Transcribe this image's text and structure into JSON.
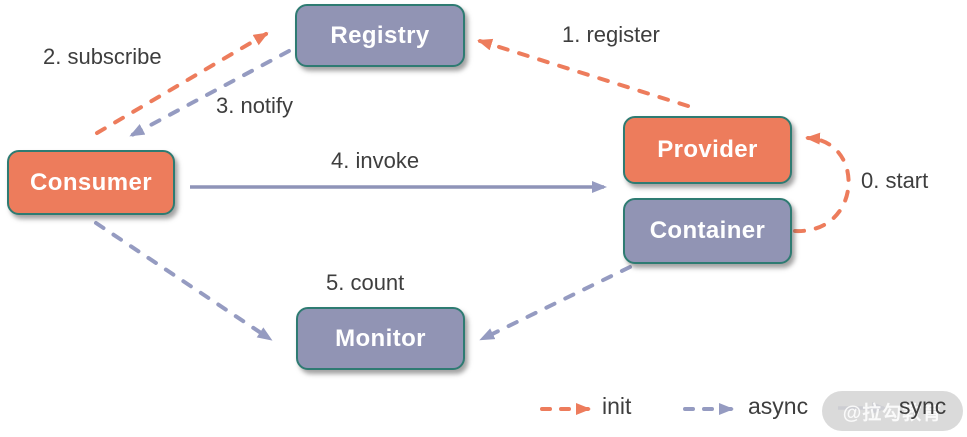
{
  "diagram": {
    "nodes": [
      {
        "id": "registry",
        "label": "Registry",
        "variant": "slate"
      },
      {
        "id": "consumer",
        "label": "Consumer",
        "variant": "orange"
      },
      {
        "id": "provider",
        "label": "Provider",
        "variant": "orange"
      },
      {
        "id": "container",
        "label": "Container",
        "variant": "slate"
      },
      {
        "id": "monitor",
        "label": "Monitor",
        "variant": "slate"
      }
    ],
    "edges": [
      {
        "id": "start",
        "label": "0. start",
        "from": "container",
        "to": "provider",
        "line": "dashed",
        "kind": "init"
      },
      {
        "id": "register",
        "label": "1. register",
        "from": "provider",
        "to": "registry",
        "line": "dashed",
        "kind": "init"
      },
      {
        "id": "subscribe",
        "label": "2. subscribe",
        "from": "consumer",
        "to": "registry",
        "line": "dashed",
        "kind": "init"
      },
      {
        "id": "notify",
        "label": "3. notify",
        "from": "registry",
        "to": "consumer",
        "line": "dashed",
        "kind": "async"
      },
      {
        "id": "invoke",
        "label": "4. invoke",
        "from": "consumer",
        "to": "provider",
        "line": "solid",
        "kind": "sync"
      },
      {
        "id": "count",
        "label": "5. count",
        "from": "consumer, container",
        "to": "monitor",
        "line": "dashed",
        "kind": "async"
      }
    ],
    "legend": [
      {
        "label": "init",
        "line": "dashed",
        "color": "#ED7C5C"
      },
      {
        "label": "async",
        "line": "dashed",
        "color": "#959BC1"
      },
      {
        "label": "sync",
        "line": "solid",
        "color": "#959BC1"
      }
    ],
    "watermark": {
      "text": "@拉勾教育"
    },
    "colors": {
      "node_orange": "#ED7C5C",
      "node_slate": "#9194B4",
      "node_border_teal": "#2E7B72",
      "arrow_orange": "#ED7C5C",
      "arrow_purple": "#959BC1",
      "label_text": "#3E3E3E",
      "watermark_pill": "#D5D5D5"
    }
  }
}
